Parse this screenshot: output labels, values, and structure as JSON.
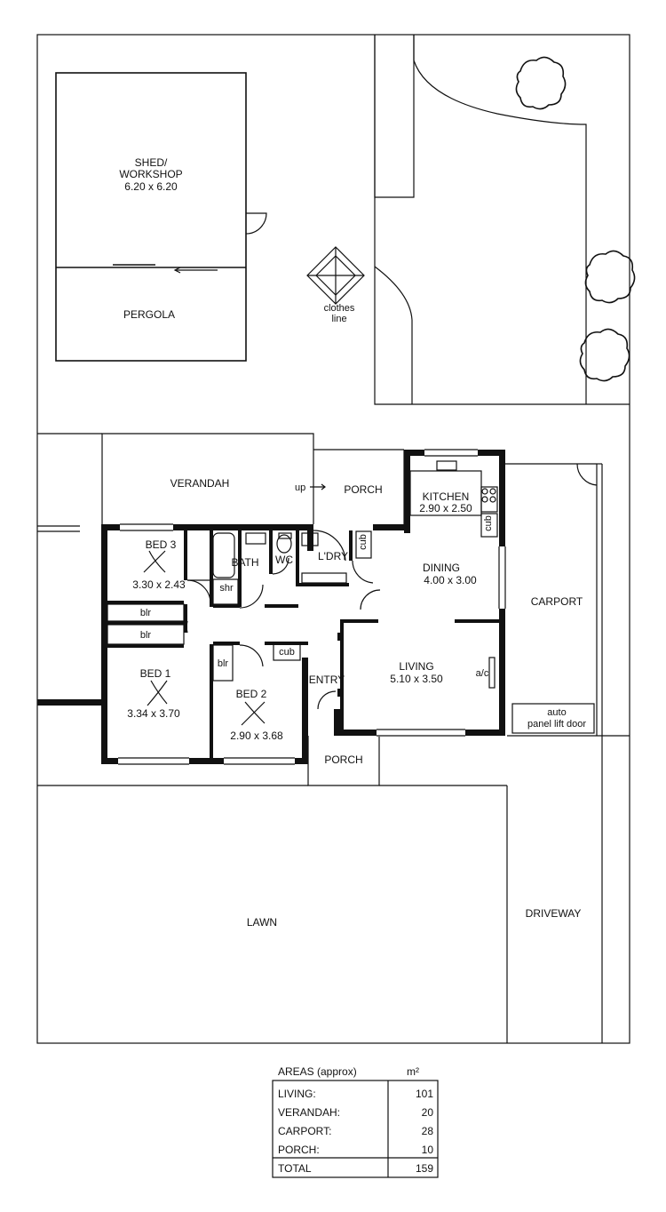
{
  "outdoor": {
    "shed_title": "SHED/",
    "shed_sub": "WORKSHOP",
    "shed_dims": "6.20 x 6.20",
    "pergola": "PERGOLA",
    "clothes_line_1": "clothes",
    "clothes_line_2": "line",
    "verandah": "VERANDAH",
    "porch_rear": "PORCH",
    "up": "up",
    "carport": "CARPORT",
    "auto_door_1": "auto",
    "auto_door_2": "panel lift door",
    "porch_front": "PORCH",
    "lawn": "LAWN",
    "driveway": "DRIVEWAY"
  },
  "rooms": {
    "kitchen": "KITCHEN",
    "kitchen_dims": "2.90 x 2.50",
    "dining": "DINING",
    "dining_dims": "4.00 x 3.00",
    "living": "LIVING",
    "living_dims": "5.10 x 3.50",
    "entry": "ENTRY",
    "bed3": "BED 3",
    "bed3_dims": "3.30 x 2.43",
    "bed1": "BED 1",
    "bed1_dims": "3.34 x 3.70",
    "bed2": "BED 2",
    "bed2_dims": "2.90 x 3.68",
    "bath": "BATH",
    "wc": "WC",
    "ldry": "L'DRY",
    "shr": "shr",
    "blr1": "blr",
    "blr2": "blr",
    "blr3": "blr",
    "cub1": "cub",
    "cub2": "cub",
    "cub3": "cub",
    "ac": "a/c"
  },
  "areas": {
    "title": "AREAS (approx)",
    "unit": "m²",
    "rows": [
      {
        "label": "LIVING:",
        "value": "101"
      },
      {
        "label": "VERANDAH:",
        "value": "20"
      },
      {
        "label": "CARPORT:",
        "value": "28"
      },
      {
        "label": "PORCH:",
        "value": "10"
      }
    ],
    "total_label": "TOTAL",
    "total_value": "159"
  }
}
